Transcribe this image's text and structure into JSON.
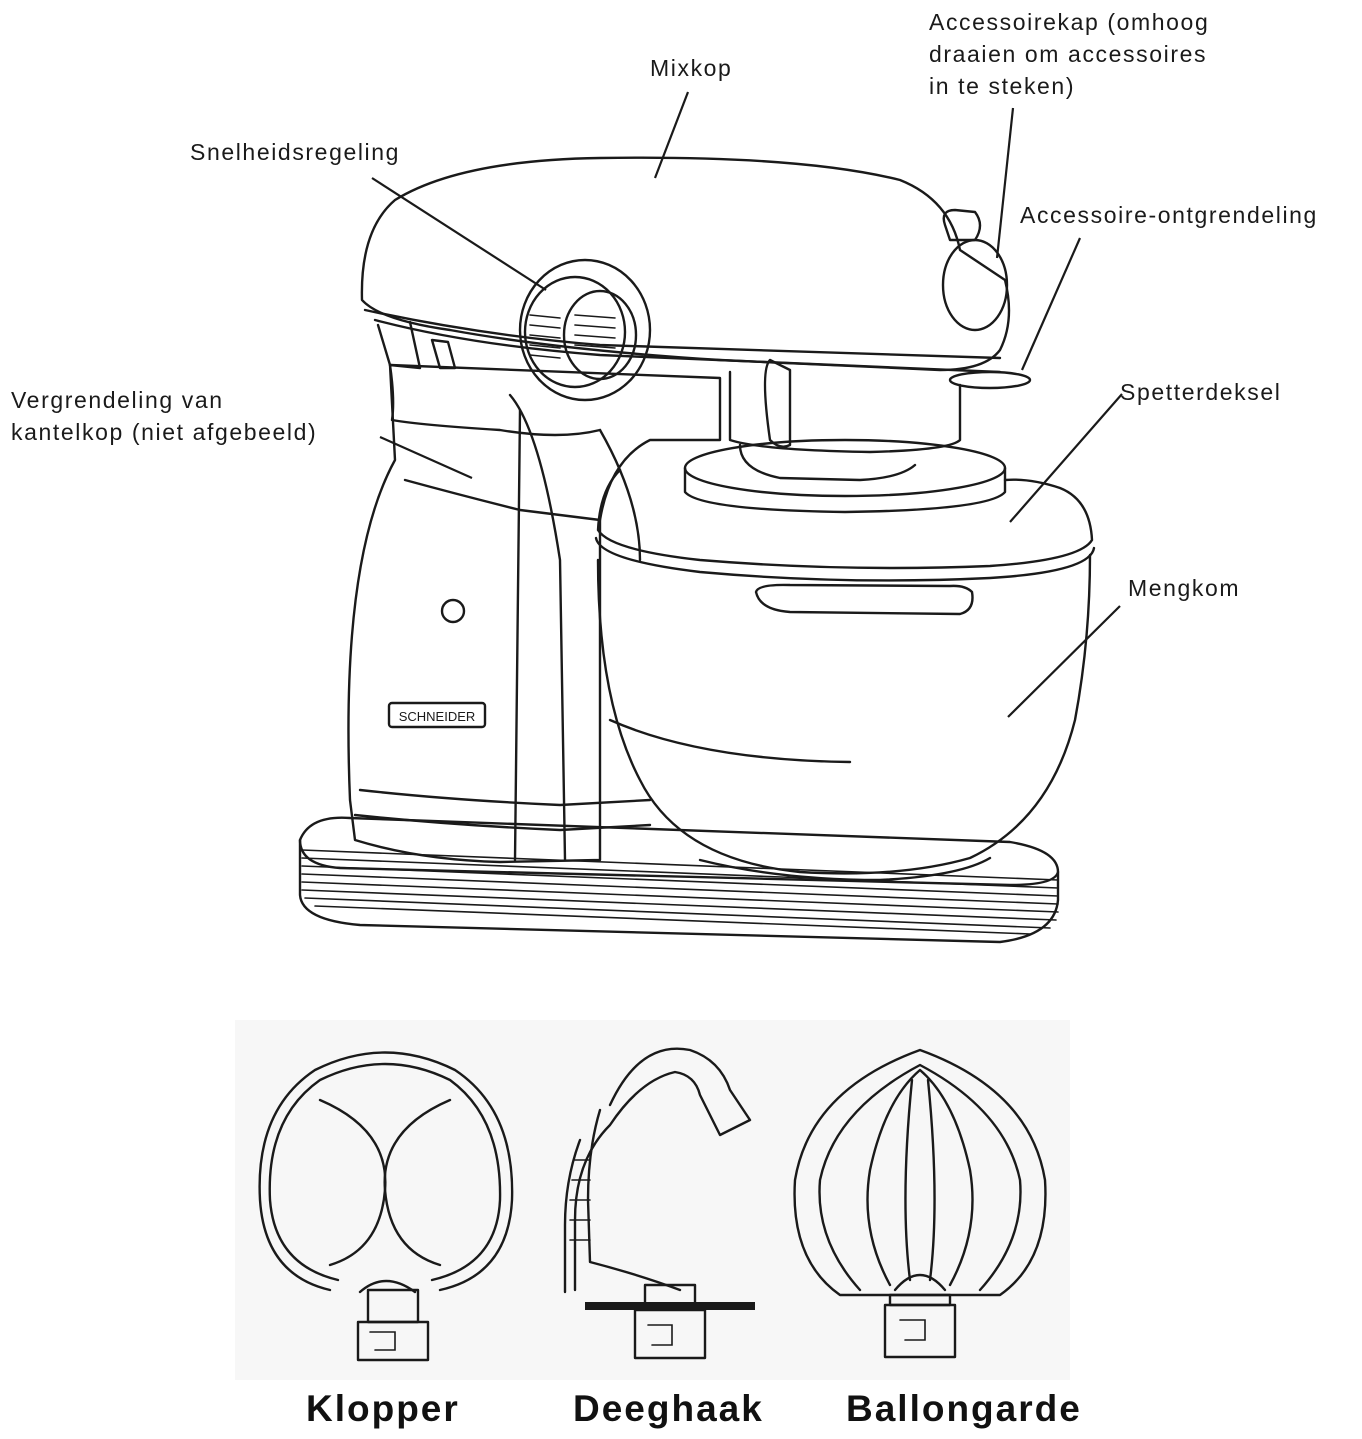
{
  "labels": {
    "mixkop": "Mixkop",
    "accessoirekap": "Accessoirekap (omhoog\ndraaien om accessoires\nin te steken)",
    "snelheidsregeling": "Snelheidsregeling",
    "accessoire_ontgrendeling": "Accessoire-ontgrendeling",
    "vergrendeling": "Vergrendeling van\nkantelkop (niet afgebeeld)",
    "spetterdeksel": "Spetterdeksel",
    "mengkom": "Mengkom"
  },
  "brand": "SCHNEIDER",
  "attachments": [
    "Klopper",
    "Deeghaak",
    "Ballongarde"
  ]
}
